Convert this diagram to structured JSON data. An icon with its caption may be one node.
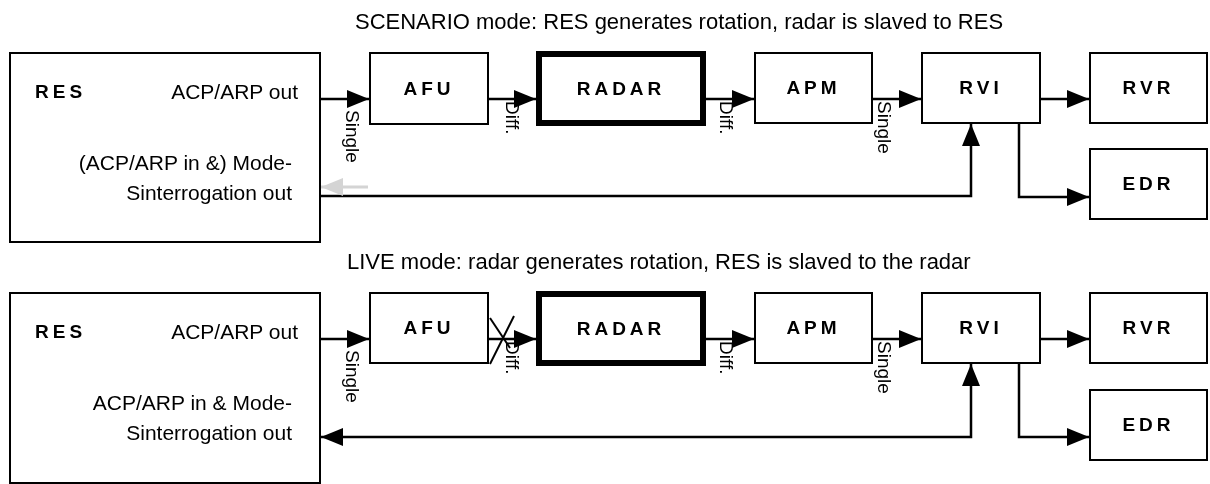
{
  "diagram": {
    "nodes": [
      {
        "text": [
          "RES",
          "ACP/ARP out",
          "(ACP/ARP in &) Mode-Sinterrogation out"
        ]
      },
      {
        "text": [
          "AFU"
        ]
      },
      {
        "text": [
          "RADAR"
        ]
      },
      {
        "text": [
          "APM"
        ]
      },
      {
        "text": [
          "RVI"
        ]
      },
      {
        "text": [
          "RVR"
        ]
      },
      {
        "text": [
          "EDR"
        ]
      },
      {
        "text": [
          "RES",
          "ACP/ARP out",
          "ACP/ARP in & Mode-Sinterrogation out"
        ]
      },
      {
        "text": [
          "AFU"
        ]
      },
      {
        "text": [
          "RADAR"
        ]
      },
      {
        "text": [
          "APM"
        ]
      },
      {
        "text": [
          "RVI"
        ]
      },
      {
        "text": [
          "RVR"
        ]
      },
      {
        "text": [
          "EDR"
        ]
      }
    ],
    "edges": [
      {
        "from": 0,
        "to": 1,
        "arrow": "to",
        "label": "Single"
      },
      {
        "from": 1,
        "to": 2,
        "arrow": "to",
        "label": "Diff."
      },
      {
        "from": 2,
        "to": 3,
        "arrow": "to",
        "label": "Diff."
      },
      {
        "from": 3,
        "to": 4,
        "arrow": "to",
        "label": "Single"
      },
      {
        "from": 4,
        "to": 5,
        "arrow": "to"
      },
      {
        "from": 4,
        "to": 6,
        "arrow": "to"
      },
      {
        "from": 0,
        "to": 4,
        "arrow": "to"
      },
      {
        "from": null,
        "to": 0,
        "arrow": "to",
        "color": "#d4d4d4"
      },
      {
        "from": 7,
        "to": 8,
        "arrow": "to",
        "label": "Single"
      },
      {
        "from": 8,
        "to": 9,
        "arrow": "to",
        "label": "Diff."
      },
      {
        "from": 9,
        "to": 10,
        "arrow": "to",
        "label": "Diff."
      },
      {
        "from": 10,
        "to": 11,
        "arrow": "to",
        "label": "Single"
      },
      {
        "from": 11,
        "to": 12,
        "arrow": "to"
      },
      {
        "from": 11,
        "to": 13,
        "arrow": "to"
      },
      {
        "from": 7,
        "to": 11,
        "arrow": "both"
      }
    ],
    "labels": [
      "SCENARIO mode: RES generates rotation, radar is slaved to RES",
      "LIVE mode: radar generates rotation, RES is slaved to the radar"
    ]
  }
}
